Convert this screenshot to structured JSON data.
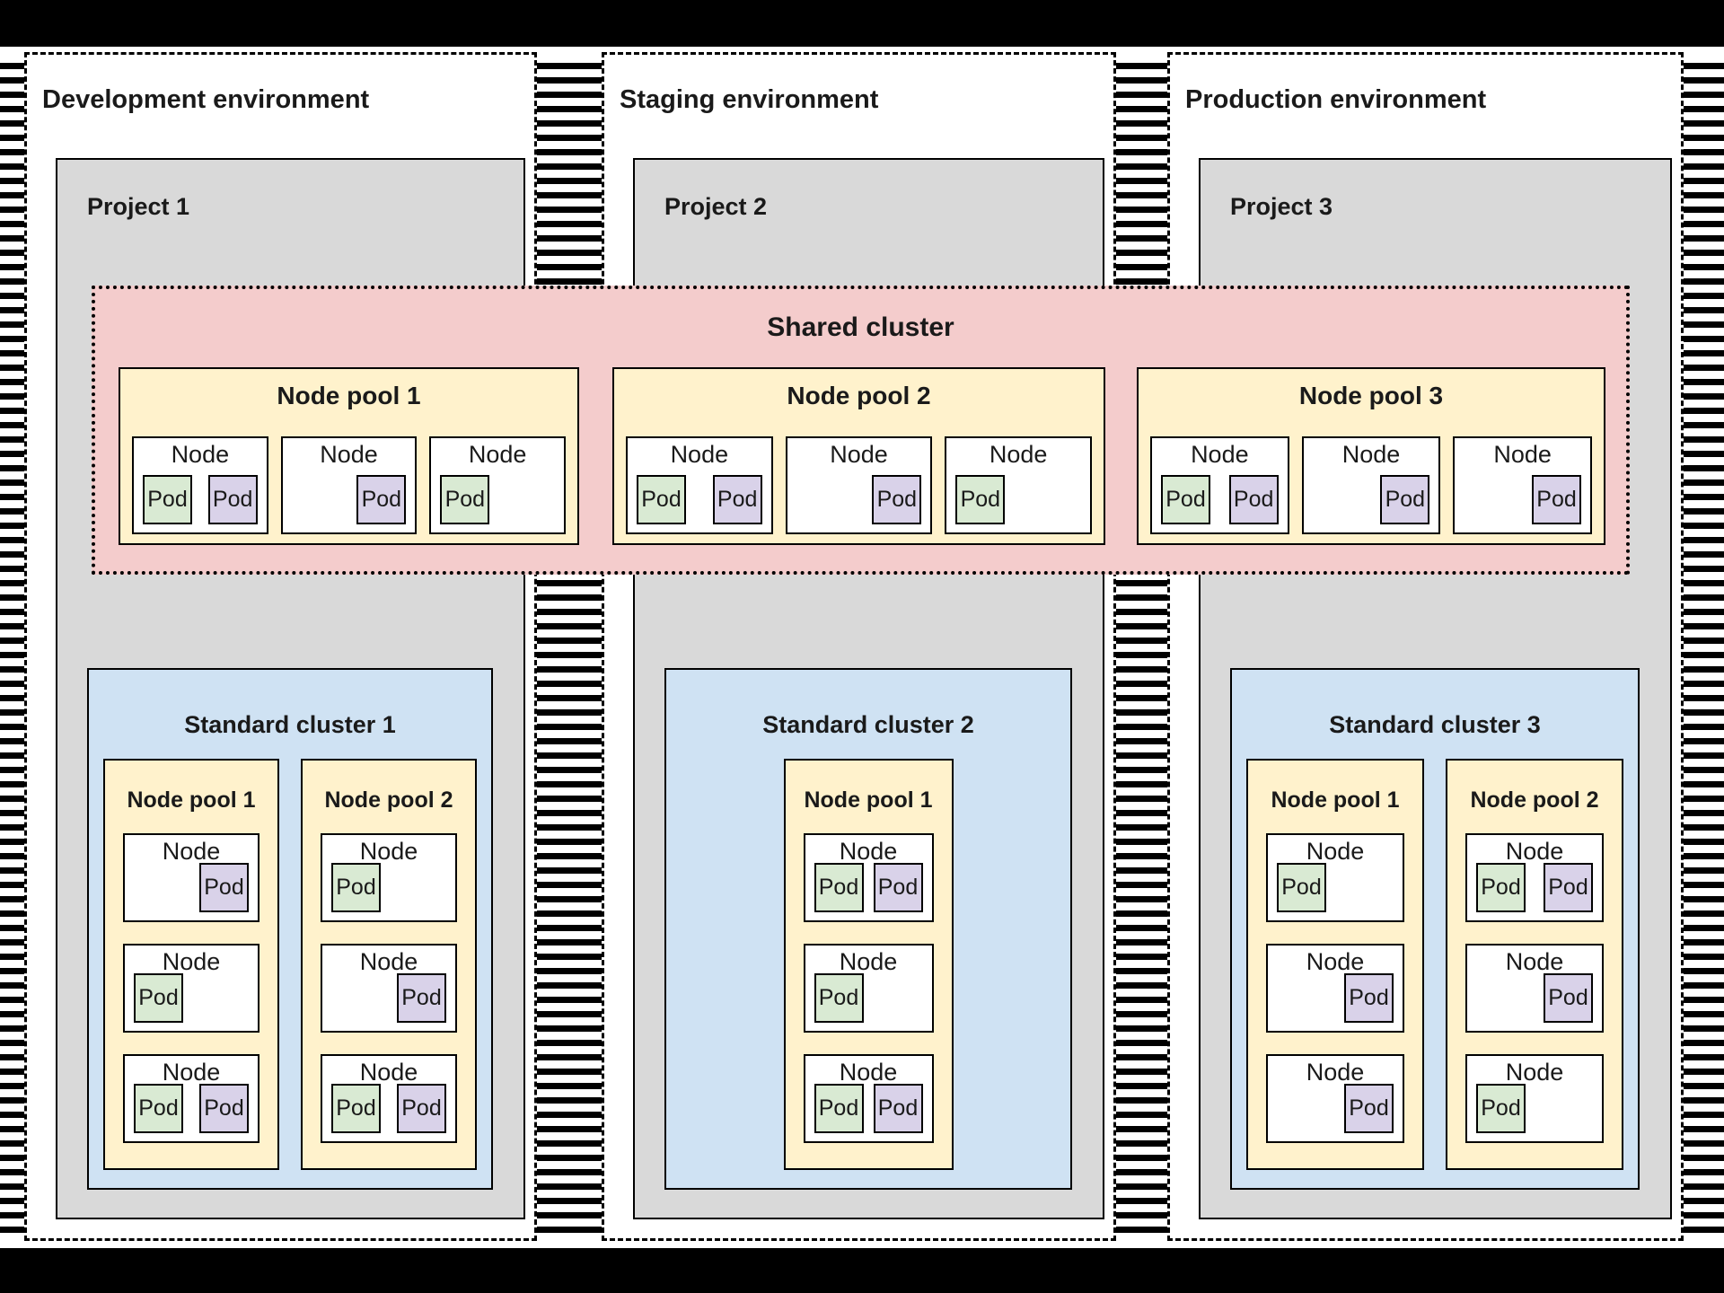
{
  "colors": {
    "project": "#d9d9d9",
    "shared_cluster": "#f4cccc",
    "standard_cluster": "#cfe2f3",
    "node_pool": "#fff2cc",
    "node": "#ffffff",
    "pod_green": "#d9ead3",
    "pod_purple": "#d9d2e9",
    "border": "#000000"
  },
  "shared_cluster": {
    "title": "Shared cluster",
    "node_pools": [
      {
        "title": "Node pool 1",
        "nodes": [
          {
            "label": "Node",
            "layout": "pair",
            "pods": [
              {
                "label": "Pod",
                "color": "green"
              },
              {
                "label": "Pod",
                "color": "purple"
              }
            ]
          },
          {
            "label": "Node",
            "layout": "right",
            "pods": [
              {
                "label": "Pod",
                "color": "purple"
              }
            ]
          },
          {
            "label": "Node",
            "layout": "left",
            "pods": [
              {
                "label": "Pod",
                "color": "green"
              }
            ]
          }
        ]
      },
      {
        "title": "Node pool 2",
        "nodes": [
          {
            "label": "Node",
            "layout": "pair",
            "pods": [
              {
                "label": "Pod",
                "color": "green"
              },
              {
                "label": "Pod",
                "color": "purple"
              }
            ]
          },
          {
            "label": "Node",
            "layout": "right",
            "pods": [
              {
                "label": "Pod",
                "color": "purple"
              }
            ]
          },
          {
            "label": "Node",
            "layout": "left",
            "pods": [
              {
                "label": "Pod",
                "color": "green"
              }
            ]
          }
        ]
      },
      {
        "title": "Node pool 3",
        "nodes": [
          {
            "label": "Node",
            "layout": "pair",
            "pods": [
              {
                "label": "Pod",
                "color": "green"
              },
              {
                "label": "Pod",
                "color": "purple"
              }
            ]
          },
          {
            "label": "Node",
            "layout": "right",
            "pods": [
              {
                "label": "Pod",
                "color": "purple"
              }
            ]
          },
          {
            "label": "Node",
            "layout": "right",
            "pods": [
              {
                "label": "Pod",
                "color": "purple"
              }
            ]
          }
        ]
      }
    ]
  },
  "environments": [
    {
      "title": "Development environment",
      "project": {
        "title": "Project 1",
        "cluster": {
          "title": "Standard cluster 1",
          "node_pools": [
            {
              "title": "Node pool 1",
              "nodes": [
                {
                  "label": "Node",
                  "layout": "right",
                  "pods": [
                    {
                      "label": "Pod",
                      "color": "purple"
                    }
                  ]
                },
                {
                  "label": "Node",
                  "layout": "left",
                  "pods": [
                    {
                      "label": "Pod",
                      "color": "green"
                    }
                  ]
                },
                {
                  "label": "Node",
                  "layout": "pair",
                  "pods": [
                    {
                      "label": "Pod",
                      "color": "green"
                    },
                    {
                      "label": "Pod",
                      "color": "purple"
                    }
                  ]
                }
              ]
            },
            {
              "title": "Node pool 2",
              "nodes": [
                {
                  "label": "Node",
                  "layout": "left",
                  "pods": [
                    {
                      "label": "Pod",
                      "color": "green"
                    }
                  ]
                },
                {
                  "label": "Node",
                  "layout": "right",
                  "pods": [
                    {
                      "label": "Pod",
                      "color": "purple"
                    }
                  ]
                },
                {
                  "label": "Node",
                  "layout": "pair",
                  "pods": [
                    {
                      "label": "Pod",
                      "color": "green"
                    },
                    {
                      "label": "Pod",
                      "color": "purple"
                    }
                  ]
                }
              ]
            }
          ]
        }
      }
    },
    {
      "title": "Staging environment",
      "project": {
        "title": "Project 2",
        "cluster": {
          "title": "Standard cluster 2",
          "node_pools": [
            {
              "title": "Node pool 1",
              "nodes": [
                {
                  "label": "Node",
                  "layout": "pair",
                  "pods": [
                    {
                      "label": "Pod",
                      "color": "green"
                    },
                    {
                      "label": "Pod",
                      "color": "purple"
                    }
                  ]
                },
                {
                  "label": "Node",
                  "layout": "left",
                  "pods": [
                    {
                      "label": "Pod",
                      "color": "green"
                    }
                  ]
                },
                {
                  "label": "Node",
                  "layout": "pair",
                  "pods": [
                    {
                      "label": "Pod",
                      "color": "green"
                    },
                    {
                      "label": "Pod",
                      "color": "purple"
                    }
                  ]
                }
              ]
            }
          ]
        }
      }
    },
    {
      "title": "Production environment",
      "project": {
        "title": "Project 3",
        "cluster": {
          "title": "Standard cluster 3",
          "node_pools": [
            {
              "title": "Node pool 1",
              "nodes": [
                {
                  "label": "Node",
                  "layout": "left",
                  "pods": [
                    {
                      "label": "Pod",
                      "color": "green"
                    }
                  ]
                },
                {
                  "label": "Node",
                  "layout": "right",
                  "pods": [
                    {
                      "label": "Pod",
                      "color": "purple"
                    }
                  ]
                },
                {
                  "label": "Node",
                  "layout": "right",
                  "pods": [
                    {
                      "label": "Pod",
                      "color": "purple"
                    }
                  ]
                }
              ]
            },
            {
              "title": "Node pool 2",
              "nodes": [
                {
                  "label": "Node",
                  "layout": "pair",
                  "pods": [
                    {
                      "label": "Pod",
                      "color": "green"
                    },
                    {
                      "label": "Pod",
                      "color": "purple"
                    }
                  ]
                },
                {
                  "label": "Node",
                  "layout": "right",
                  "pods": [
                    {
                      "label": "Pod",
                      "color": "purple"
                    }
                  ]
                },
                {
                  "label": "Node",
                  "layout": "left",
                  "pods": [
                    {
                      "label": "Pod",
                      "color": "green"
                    }
                  ]
                }
              ]
            }
          ]
        }
      }
    }
  ]
}
